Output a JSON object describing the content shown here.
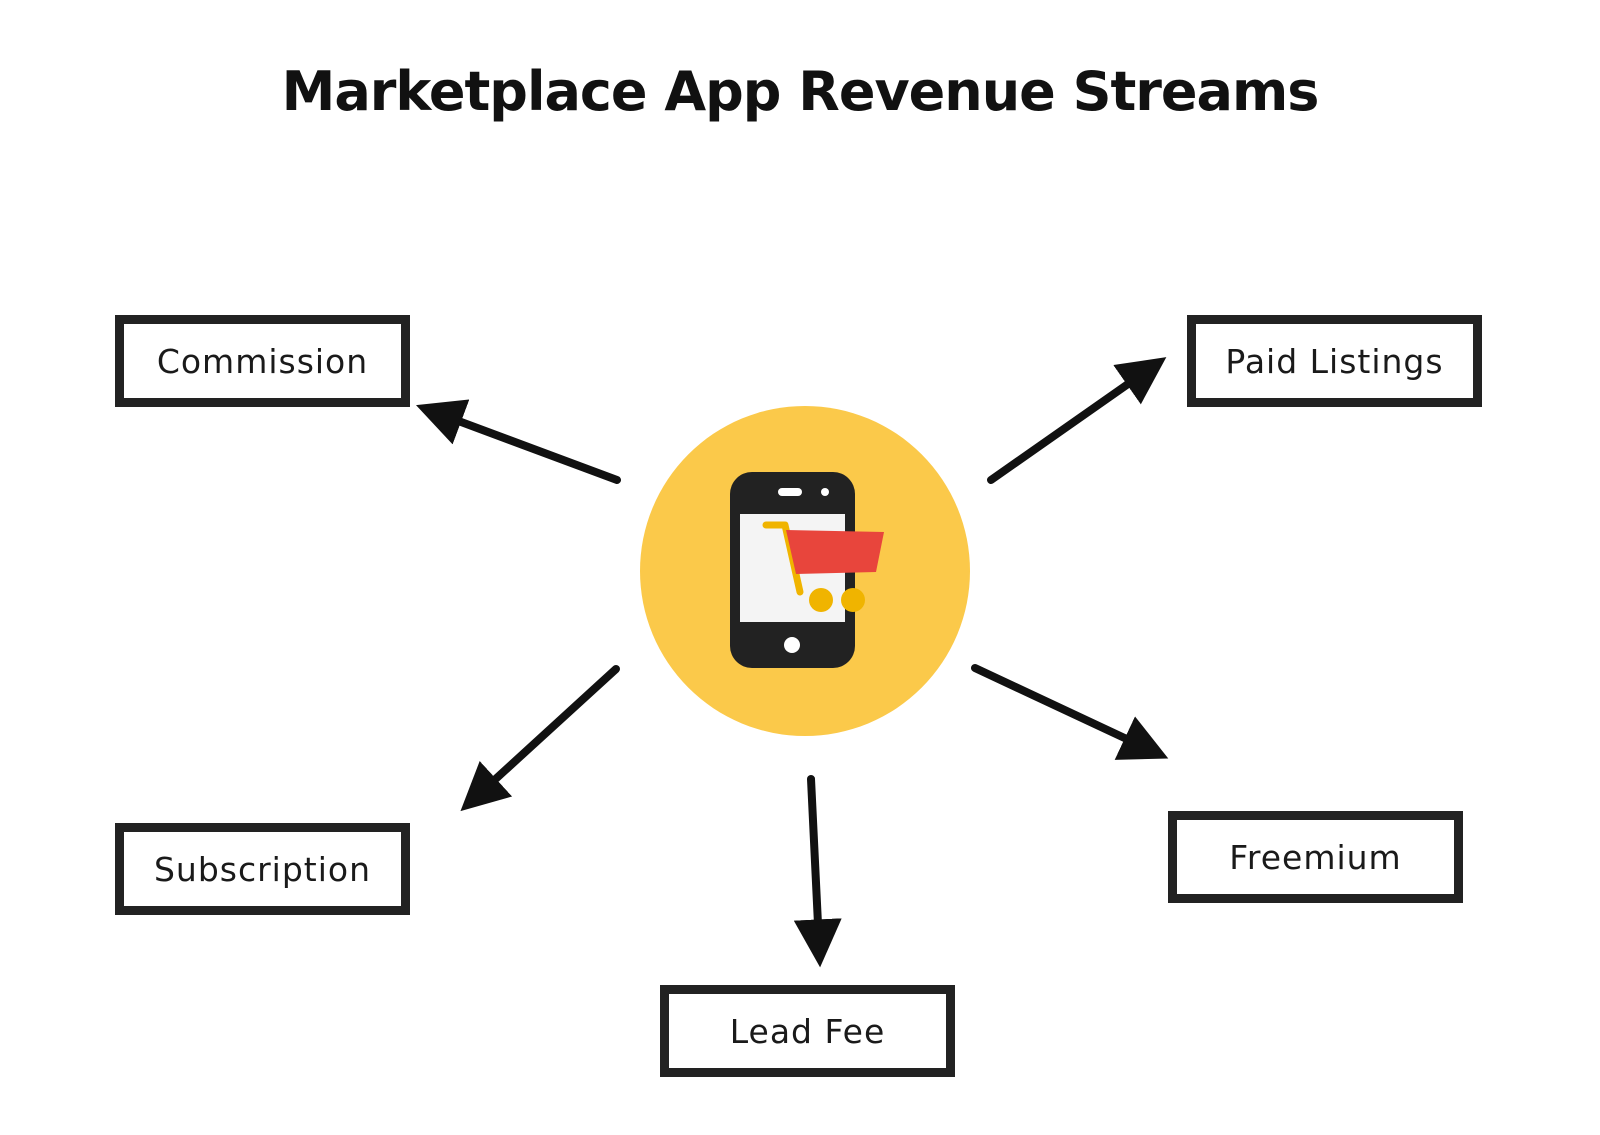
{
  "title": "Marketplace App Revenue Streams",
  "center": {
    "icon": "smartphone-shopping-cart-icon",
    "circle_color": "#fbc94a",
    "cart_color": "#e8453c",
    "wheel_color": "#f0b400"
  },
  "nodes": [
    {
      "id": "commission",
      "label": "Commission"
    },
    {
      "id": "paid-listings",
      "label": "Paid Listings"
    },
    {
      "id": "subscription",
      "label": "Subscription"
    },
    {
      "id": "freemium",
      "label": "Freemium"
    },
    {
      "id": "lead-fee",
      "label": "Lead Fee"
    }
  ],
  "edges": [
    {
      "from": "center",
      "to": "commission"
    },
    {
      "from": "center",
      "to": "paid-listings"
    },
    {
      "from": "center",
      "to": "subscription"
    },
    {
      "from": "center",
      "to": "freemium"
    },
    {
      "from": "center",
      "to": "lead-fee"
    }
  ]
}
